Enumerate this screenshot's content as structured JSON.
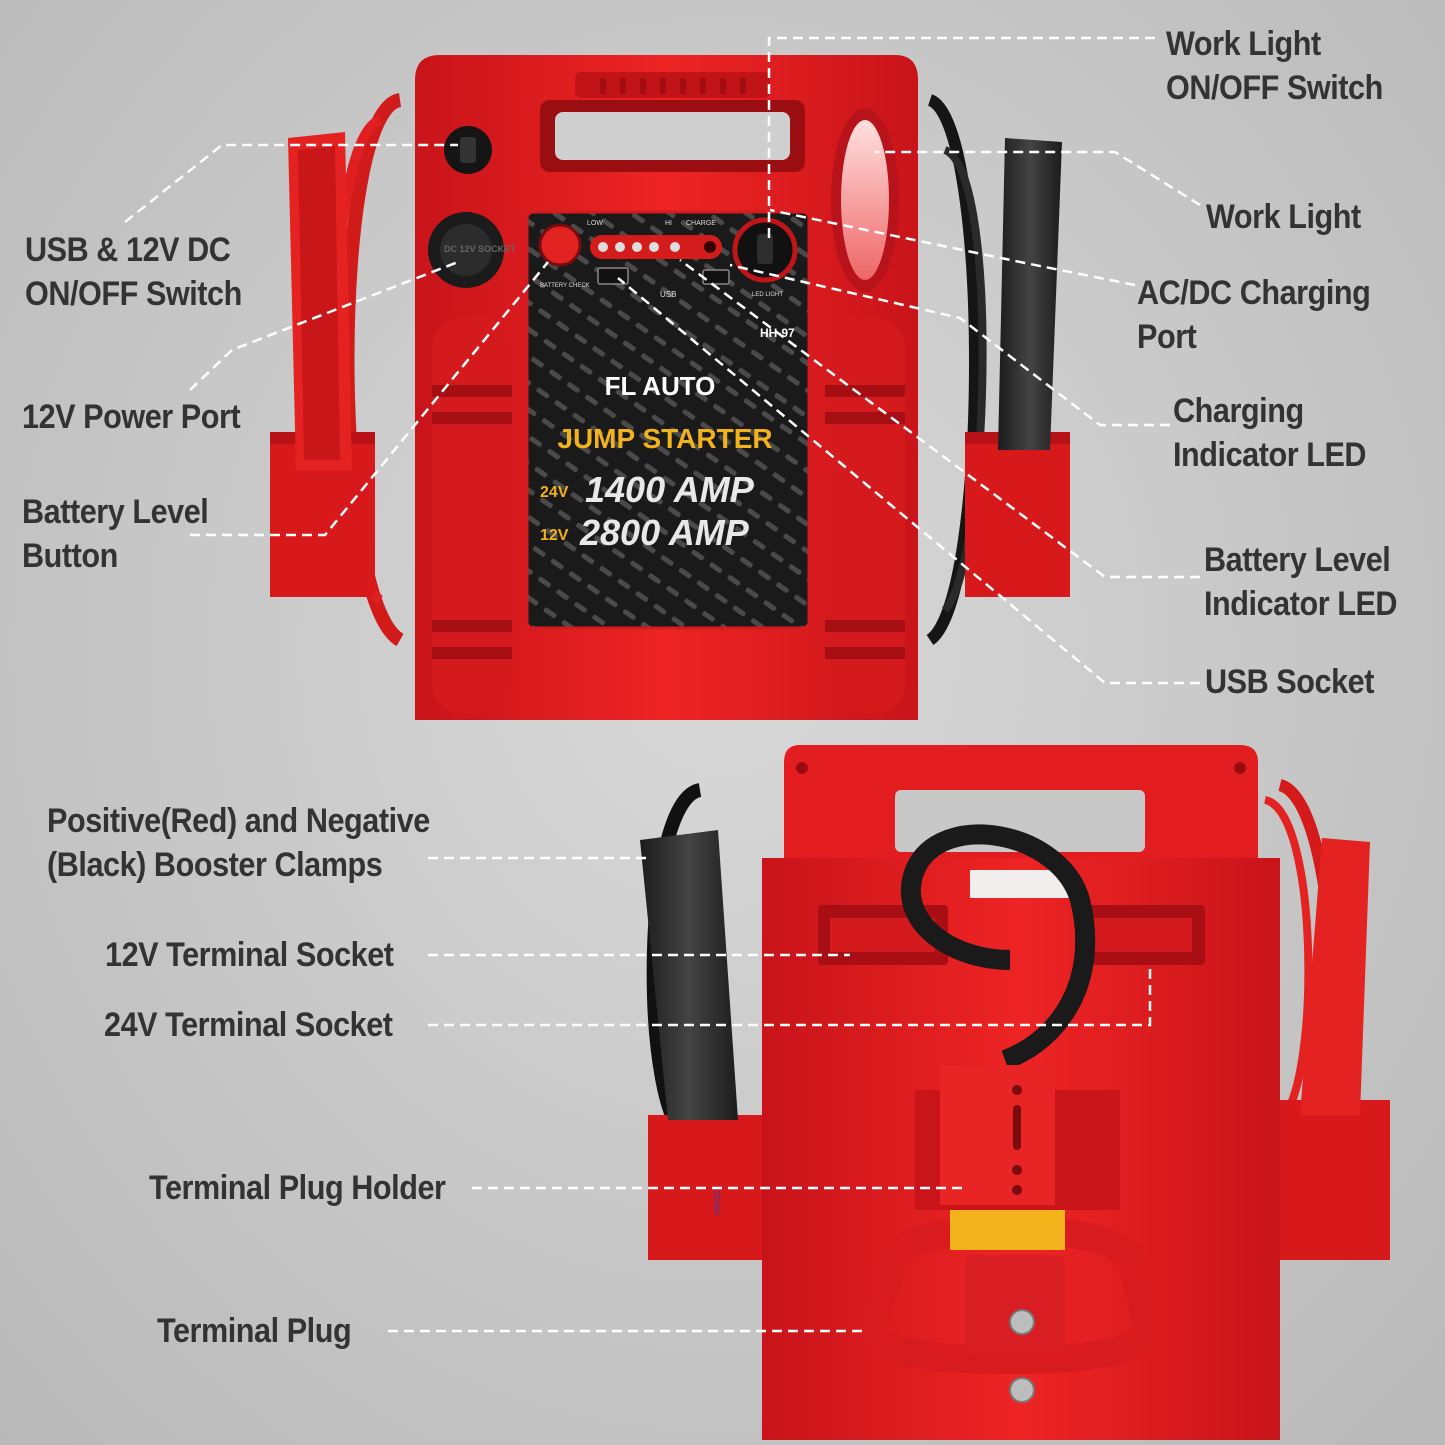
{
  "product": {
    "brand": "FL AUTO",
    "name": "JUMP STARTER",
    "model": "HH-97",
    "rating_24v_label": "24V",
    "rating_24v_amp": "1400 AMP",
    "rating_12v_label": "12V",
    "rating_12v_amp": "2800 AMP",
    "panel_low": "LOW",
    "panel_hi": "HI",
    "panel_charge": "CHARGE",
    "panel_battery_check": "BATTERY CHECK",
    "panel_usb": "USB",
    "panel_led_light": "LED LIGHT",
    "socket_text": "DC 12V SOCKET",
    "date_sticker": "0S2021"
  },
  "callouts": {
    "usb_12v_switch": [
      "USB & 12V DC",
      "ON/OFF Switch"
    ],
    "power_port_12v": "12V Power Port",
    "battery_level_button": [
      "Battery Level",
      "Button"
    ],
    "work_light_switch": [
      "Work Light",
      "ON/OFF Switch"
    ],
    "work_light": "Work Light",
    "ac_dc_charging_port": [
      "AC/DC Charging",
      "Port"
    ],
    "charging_indicator": [
      "Charging",
      "Indicator LED"
    ],
    "battery_level_indicator": [
      "Battery Level",
      "Indicator LED"
    ],
    "usb_socket": "USB Socket",
    "booster_clamps": [
      "Positive(Red) and Negative",
      "(Black) Booster Clamps"
    ],
    "terminal_12v": "12V Terminal Socket",
    "terminal_24v": "24V Terminal Socket",
    "plug_holder": "Terminal Plug Holder",
    "terminal_plug": "Terminal Plug"
  },
  "colors": {
    "body_red": "#e31b1b",
    "dark_red": "#b30f10",
    "clamp_black": "#2b2b2b",
    "label_gray": "#333333",
    "accent_yellow": "#f2b21b"
  }
}
